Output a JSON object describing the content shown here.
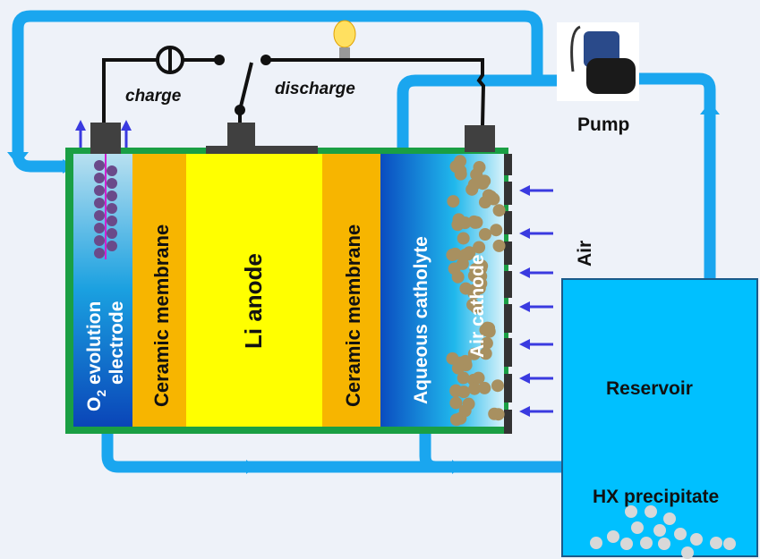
{
  "labels": {
    "charge": "charge",
    "discharge": "discharge",
    "pump": "Pump",
    "air": "Air",
    "reservoir": "Reservoir",
    "precipitate": "HX precipitate",
    "o2_electrode_line1": "O",
    "o2_electrode_sub": "2",
    "o2_electrode_line1_rest": " evolution",
    "o2_electrode_line2": "electrode",
    "ceramic_left": "Ceramic membrane",
    "li_anode": "Li  anode",
    "ceramic_right": "Ceramic membrane",
    "catholyte": "Aqueous catholyte",
    "air_cathode": "Air cathode"
  },
  "colors": {
    "pipe": "#1aa6ef",
    "cell_border": "#1a9f44",
    "membrane": "#f7b500",
    "anode": "#ffff00",
    "reservoir": "#00c0ff",
    "particles": "#a89060",
    "air_arrows": "#3a3ae0"
  },
  "icons": [
    "pump-image",
    "light-bulb-icon",
    "power-source-icon",
    "switch-icon"
  ]
}
